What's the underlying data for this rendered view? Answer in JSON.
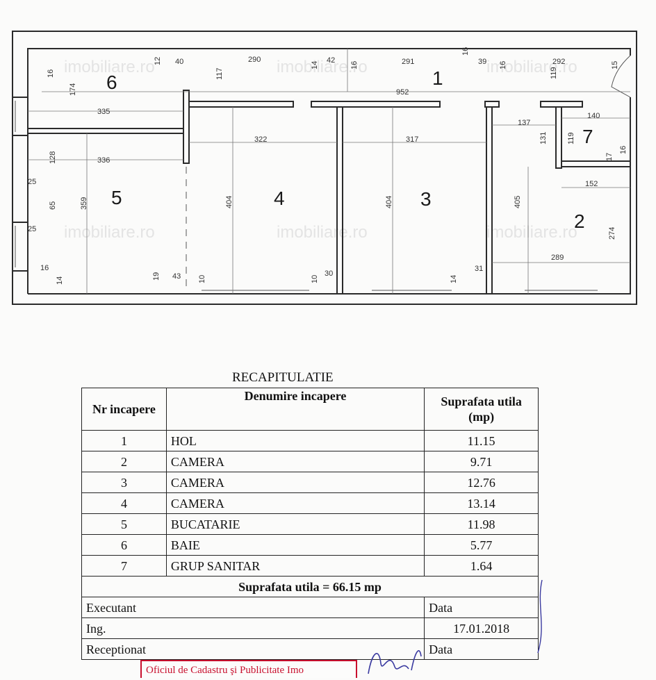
{
  "watermark": "imobiliare.ro",
  "rooms": [
    {
      "id": "room-1",
      "num": "1"
    },
    {
      "id": "room-2",
      "num": "2"
    },
    {
      "id": "room-3",
      "num": "3"
    },
    {
      "id": "room-4",
      "num": "4"
    },
    {
      "id": "room-5",
      "num": "5"
    },
    {
      "id": "room-6",
      "num": "6"
    },
    {
      "id": "room-7",
      "num": "7"
    }
  ],
  "dims": [
    "16",
    "174",
    "12",
    "40",
    "290",
    "117",
    "14",
    "42",
    "16",
    "291",
    "16",
    "39",
    "16",
    "119",
    "292",
    "15",
    "952",
    "335",
    "322",
    "317",
    "137",
    "131",
    "119",
    "140",
    "17",
    "16",
    "128",
    "336",
    "152",
    "25",
    "65",
    "359",
    "404",
    "404",
    "405",
    "274",
    "25",
    "289",
    "16",
    "14",
    "19",
    "43",
    "10",
    "10",
    "30",
    "14",
    "31"
  ],
  "recap": {
    "title": "RECAPITULATIE",
    "headers": {
      "nr": "Nr incapere",
      "name": "Denumire incapere",
      "area": "Suprafata utila (mp)"
    },
    "rows": [
      {
        "nr": "1",
        "name": "HOL",
        "area": "11.15"
      },
      {
        "nr": "2",
        "name": "CAMERA",
        "area": "9.71"
      },
      {
        "nr": "3",
        "name": "CAMERA",
        "area": "12.76"
      },
      {
        "nr": "4",
        "name": "CAMERA",
        "area": "13.14"
      },
      {
        "nr": "5",
        "name": "BUCATARIE",
        "area": "11.98"
      },
      {
        "nr": "6",
        "name": "BAIE",
        "area": "5.77"
      },
      {
        "nr": "7",
        "name": "GRUP SANITAR",
        "area": "1.64"
      }
    ],
    "total": "Suprafata utila = 66.15 mp",
    "executant_label": "Executant",
    "data_label": "Data",
    "engineer": "Ing.",
    "date": "17.01.2018",
    "receptionat_label": "Receptionat",
    "data_label_2": "Data"
  },
  "stamp": "Oficiul de Cadastru şi Publicitate Imo"
}
